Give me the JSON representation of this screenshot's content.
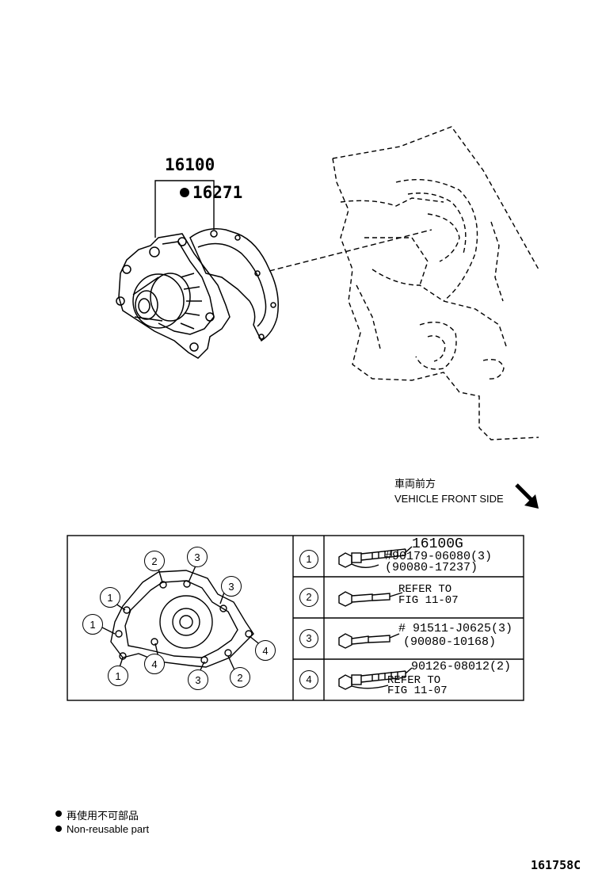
{
  "top_callouts": {
    "assembly": "16100",
    "gasket": "16271"
  },
  "direction": {
    "jp": "車両前方",
    "en": "VEHICLE FRONT SIDE"
  },
  "bolt_table": {
    "rows": [
      {
        "num": "1",
        "lines": [
          "16100G",
          "#90179-06080(3)",
          "(90080-17237)"
        ]
      },
      {
        "num": "2",
        "lines": [
          "REFER TO",
          "FIG 11-07"
        ]
      },
      {
        "num": "3",
        "lines": [
          "# 91511-J0625(3)",
          "(90080-10168)"
        ]
      },
      {
        "num": "4",
        "lines": [
          "90126-08012(2)",
          "REFER TO",
          "FIG 11-07"
        ]
      }
    ]
  },
  "pump_callouts": [
    "2",
    "3",
    "1",
    "3",
    "1",
    "4",
    "1",
    "4",
    "3",
    "2"
  ],
  "legend": {
    "jp": "再使用不可部品",
    "en": "Non-reusable part"
  },
  "figure_code": "161758C"
}
